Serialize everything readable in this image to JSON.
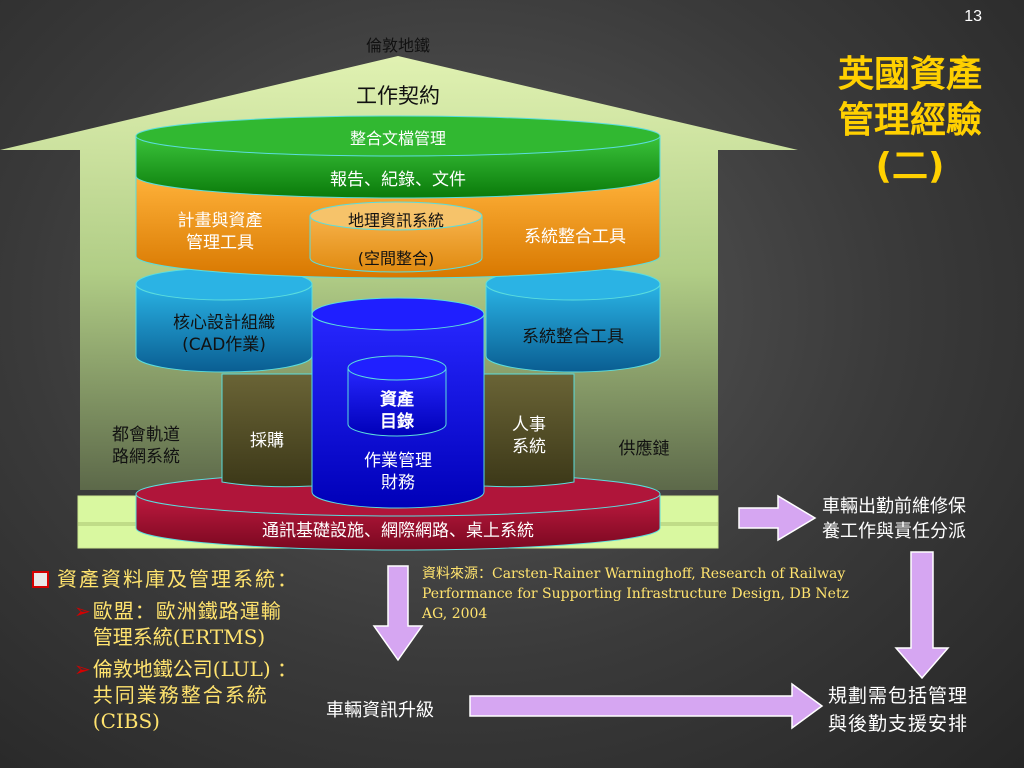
{
  "page_number": "13",
  "title": {
    "line1": "英國資產",
    "line2": "管理經驗",
    "line3": "(二)"
  },
  "house": {
    "roof_label": "倫敦地鐵",
    "contract_label": "工作契約",
    "left_wall_label": "都會軌道路網系統",
    "left_wall_line1": "都會軌道",
    "left_wall_line2": "路網系統",
    "right_wall_label": "供應鏈"
  },
  "layers": {
    "green_top": "整合文檔管理",
    "green_bottom": "報告、紀錄、文件",
    "orange_left_line1": "計畫與資產",
    "orange_left_line2": "管理工具",
    "orange_right": "系統整合工具",
    "gis_top": "地理資訊系統",
    "gis_bottom": "(空間整合)",
    "teal_left_line1": "核心設計組織",
    "teal_left_line2": "(CAD作業)",
    "teal_right": "系統整合工具",
    "procurement": "採購",
    "hr_line1": "人事",
    "hr_line2": "系統",
    "blue_inner_line1": "資產",
    "blue_inner_line2": "目錄",
    "blue_line1": "作業管理",
    "blue_line2": "財務",
    "base": "通訊基礎設施、網際網路、桌上系統"
  },
  "right_box": {
    "line1": "車輛出勤前維修保",
    "line2": "養工作與責任分派"
  },
  "vehicle_upgrade": "車輛資訊升級",
  "planning": {
    "line1": "規劃需包括管理",
    "line2": "與後勤支援安排"
  },
  "bullets": {
    "main": "資產資料庫及管理系統：",
    "sub1_line1": "歐盟：歐洲鐵路運輸",
    "sub1_line2": "管理系統(ERTMS)",
    "sub2_line1": "倫敦地鐵公司(LUL) ：",
    "sub2_line2": "共同業務整合系統",
    "sub2_line3": "(CIBS)"
  },
  "source": "資料來源：Carsten-Rainer Warninghoff, Research of Railway Performance for Supporting Infrastructure Design, DB Netz AG, 2004",
  "colors": {
    "title": "#ffd000",
    "bullet_text": "#ffe36e",
    "house_fill": "#ddf7a8",
    "green": "#18a018",
    "orange": "#f39a12",
    "teal": "#1a9ad0",
    "blue": "#1010d8",
    "dark": "#55502a",
    "maroon": "#a01030",
    "arrow": "#d6a6f2"
  }
}
